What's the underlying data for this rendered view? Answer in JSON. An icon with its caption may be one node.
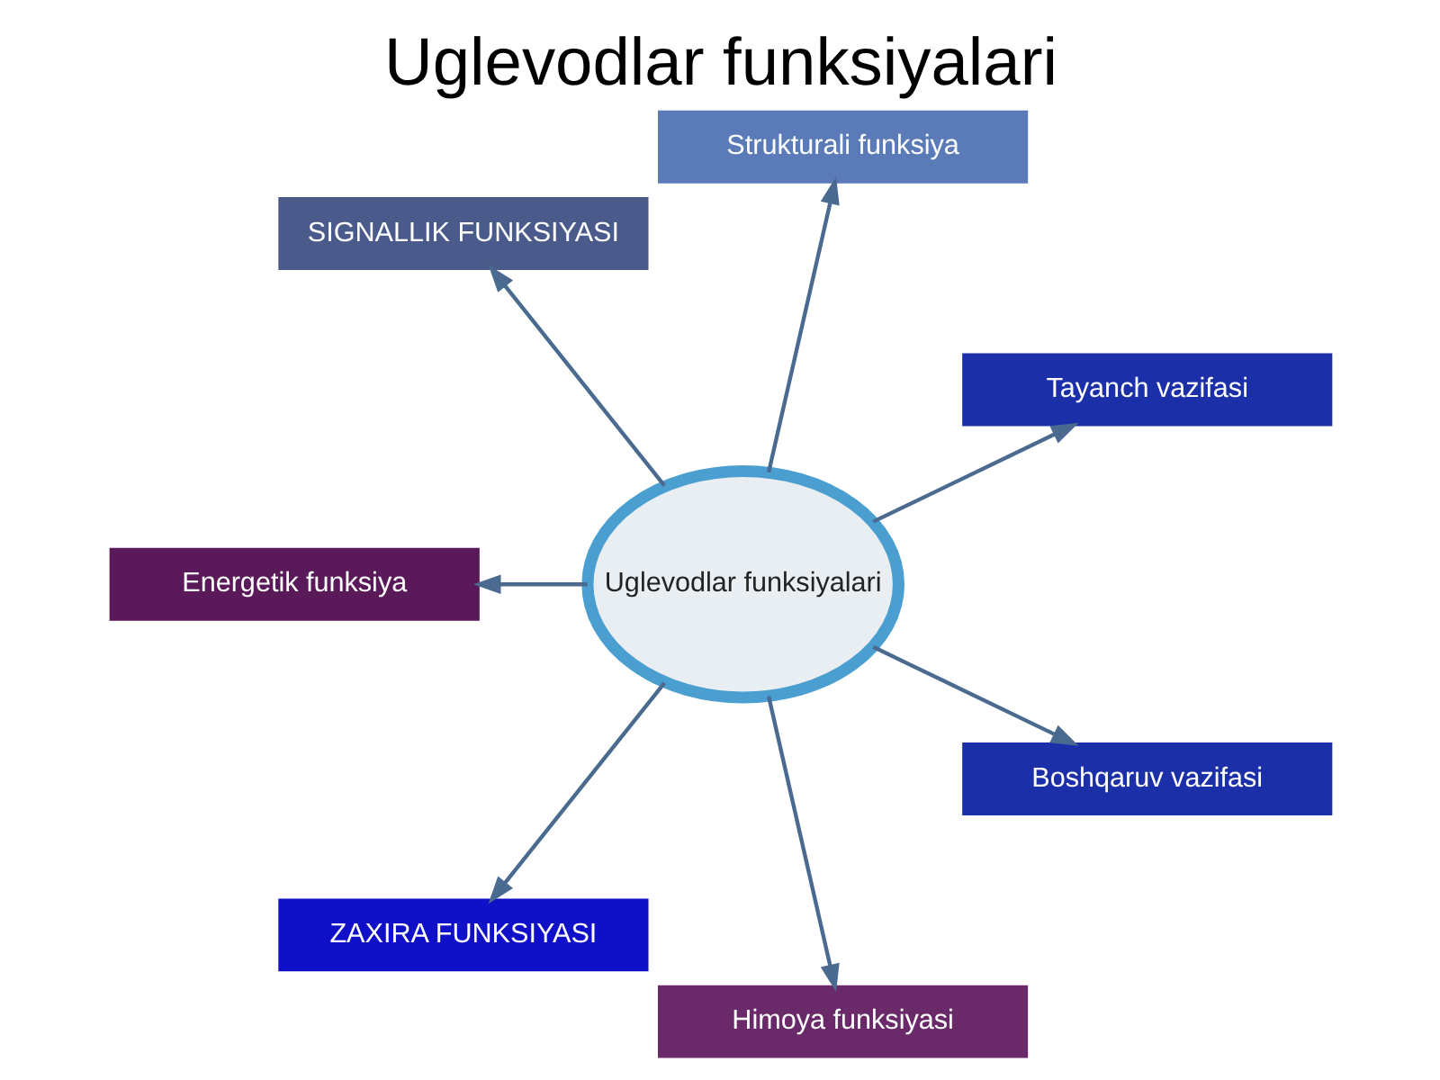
{
  "diagram": {
    "title": "Uglevodlar funksiyalari",
    "nodes": [
      {
        "text": [
          "Uglevodlar funksiyalari"
        ]
      },
      {
        "text": [
          "Tayanch vazifasi"
        ]
      },
      {
        "text": [
          "Strukturali funksiya"
        ]
      },
      {
        "text": [
          "SIGNALLIK FUNKSIYASI"
        ]
      },
      {
        "text": [
          "Energetik funksiya"
        ]
      },
      {
        "text": [
          "ZAXIRA FUNKSIYASI"
        ]
      },
      {
        "text": [
          "Himoya funksiyasi"
        ]
      },
      {
        "text": [
          "Boshqaruv vazifasi"
        ]
      }
    ],
    "edges": [
      {
        "from": 0,
        "to": 1,
        "arrow": "to"
      },
      {
        "from": 0,
        "to": 2,
        "arrow": "to"
      },
      {
        "from": 0,
        "to": 3,
        "arrow": "to"
      },
      {
        "from": 0,
        "to": 4,
        "arrow": "to"
      },
      {
        "from": 0,
        "to": 5,
        "arrow": "to"
      },
      {
        "from": 0,
        "to": 6,
        "arrow": "to"
      },
      {
        "from": 0,
        "to": 7,
        "arrow": "to"
      }
    ]
  }
}
